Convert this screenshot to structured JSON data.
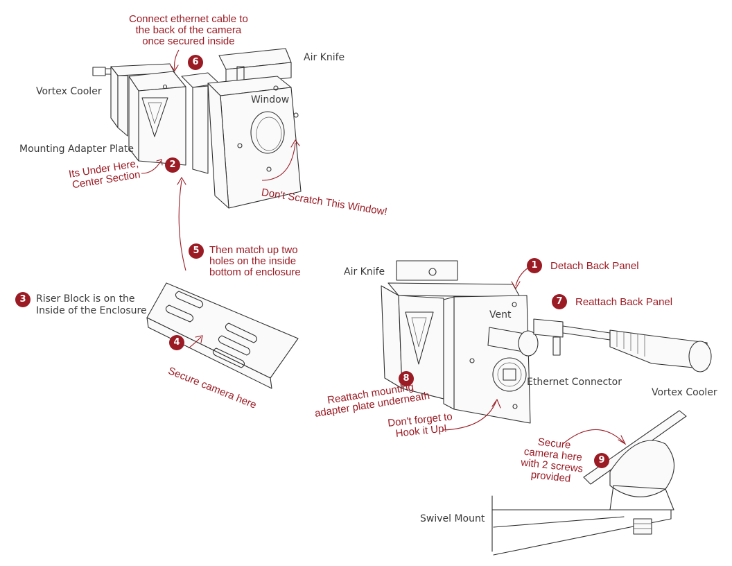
{
  "labels": {
    "air_knife_top": "Air Knife",
    "vortex_cooler_top": "Vortex Cooler",
    "window": "Window",
    "mounting_adapter_plate": "Mounting Adapter Plate",
    "riser_block": "Riser Block is on the\nInside of the Enclosure",
    "air_knife_right": "Air Knife",
    "vent": "Vent",
    "ethernet_connector": "Ethernet Connector",
    "vortex_cooler_right": "Vortex Cooler",
    "swivel_mount": "Swivel Mount"
  },
  "notes": {
    "connect_ethernet": "Connect ethernet cable to\nthe back of the camera\nonce secured inside",
    "under_here": "Its Under Here,\nCenter Section",
    "dont_scratch": "Don't Scratch This Window!",
    "match_holes": "Then match up two\nholes on the inside\nbottom of enclosure",
    "secure_camera": "Secure camera here",
    "detach_back_panel": "Detach Back Panel",
    "reattach_back_panel": "Reattach Back Panel",
    "reattach_plate": "Reattach mounting\nadapter plate underneath",
    "hook_it_up": "Don't forget to\nHook it Up!",
    "secure_two_screws": "Secure\ncamera here\nwith 2 screws\nprovided"
  },
  "steps": {
    "s1": "1",
    "s2": "2",
    "s3": "3",
    "s4": "4",
    "s5": "5",
    "s6": "6",
    "s7": "7",
    "s8": "8",
    "s9": "9"
  },
  "colors": {
    "accent": "#9b1b24",
    "ink": "#2f2f2f",
    "label": "#3a3a3a"
  }
}
